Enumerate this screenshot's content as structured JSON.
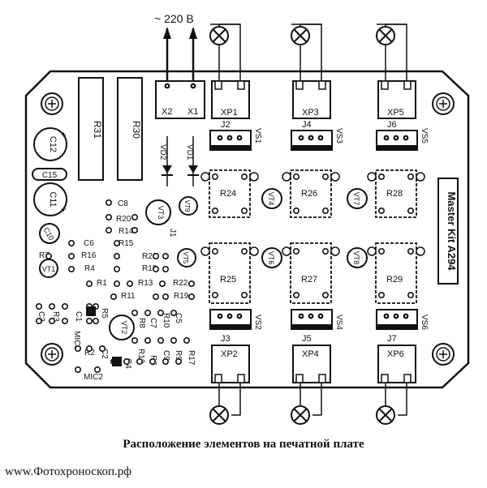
{
  "mains_label": "~ 220 В",
  "caption": "Расположение элементов на печатной плате",
  "watermark": "www.Фотохроноскоп.рф",
  "board_label": "Master Kit A294",
  "connectors_top": [
    {
      "label": "XP1",
      "jumper": "J2",
      "triac": "VS1"
    },
    {
      "label": "XP3",
      "jumper": "J4",
      "triac": "VS3"
    },
    {
      "label": "XP5",
      "jumper": "J6",
      "triac": "VS5"
    }
  ],
  "connectors_bottom": [
    {
      "label": "XP2",
      "jumper": "J3",
      "triac": "VS2"
    },
    {
      "label": "XP4",
      "jumper": "J5",
      "triac": "VS4"
    },
    {
      "label": "XP6",
      "jumper": "J7",
      "triac": "VS6"
    }
  ],
  "input_terminals": [
    "X2",
    "X1"
  ],
  "resistors_big": [
    "R31",
    "R30"
  ],
  "trimmers_top": [
    "R24",
    "R26",
    "R28"
  ],
  "trimmers_bottom": [
    "R25",
    "R27",
    "R29"
  ],
  "optos_top": [
    "VT4",
    "VT7"
  ],
  "optos_bottom": [
    "VT6",
    "VT8"
  ],
  "labels": {
    "c12": "C12",
    "c15": "C15",
    "c11": "C11",
    "c10": "C10",
    "vd2": "VD2",
    "vd1": "VD1",
    "vt3": "VT3",
    "vt2": "VT2",
    "vt1": "VT1",
    "vt5": "VT5",
    "vt9": "VT9",
    "j1": "J1",
    "c8": "C8",
    "r20": "R20",
    "r14": "R14",
    "c6": "C6",
    "r15": "R15",
    "r7": "R7",
    "r16": "R16",
    "r21": "R21",
    "r18": "R18",
    "r4": "R4",
    "r1": "R1",
    "r13": "R13",
    "r22": "R22",
    "r11": "R11",
    "r19": "R19",
    "c3": "C3",
    "r3": "R3",
    "c1": "C1",
    "r5": "R5",
    "mic1": "MIC1",
    "r2": "R2",
    "c2": "C2",
    "r8": "R8",
    "c7": "C7",
    "r10": "R10",
    "r6": "R6",
    "c4": "C4",
    "r12": "R12",
    "c9": "C9",
    "r9": "R9",
    "r17": "R17",
    "c5": "C5",
    "mic2": "MIC2",
    "plus": "+"
  }
}
